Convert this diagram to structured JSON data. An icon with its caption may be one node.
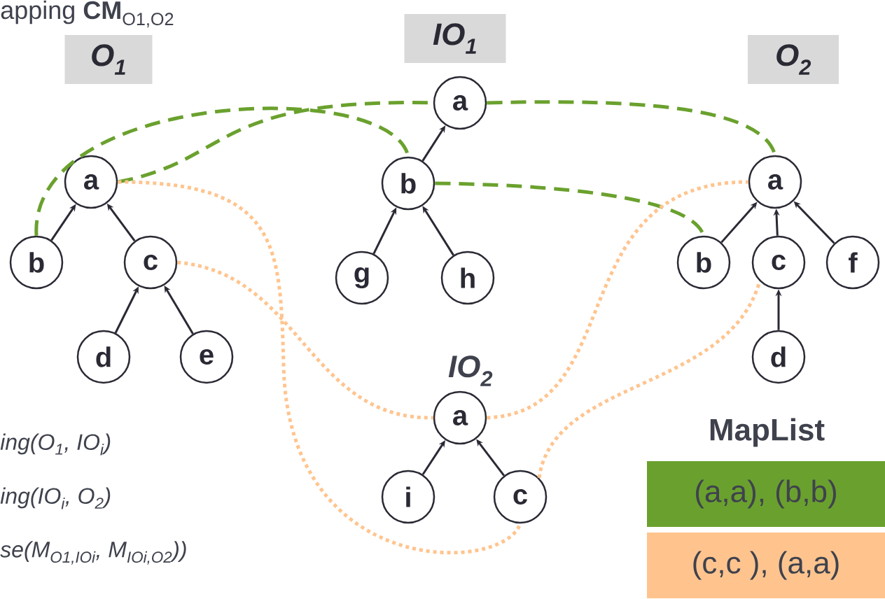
{
  "diagram": {
    "nodes": [
      {
        "text": [
          "O$_{1}$"
        ]
      },
      {
        "text": [
          "IO$_{1}$"
        ]
      },
      {
        "text": [
          "O$_{2}$"
        ]
      },
      {
        "text": [
          "a"
        ]
      },
      {
        "text": [
          "b"
        ]
      },
      {
        "text": [
          "c"
        ]
      },
      {
        "text": [
          "d"
        ]
      },
      {
        "text": [
          "e"
        ]
      },
      {
        "text": [
          "a"
        ]
      },
      {
        "text": [
          "b"
        ]
      },
      {
        "text": [
          "g"
        ]
      },
      {
        "text": [
          "h"
        ]
      },
      {
        "text": [
          "a"
        ]
      },
      {
        "text": [
          "b"
        ]
      },
      {
        "text": [
          "c"
        ]
      },
      {
        "text": [
          "f"
        ]
      },
      {
        "text": [
          "d"
        ]
      },
      {
        "text": [
          "a"
        ]
      },
      {
        "text": [
          "i"
        ]
      },
      {
        "text": [
          "c"
        ]
      }
    ],
    "edges": [
      {
        "from": 4,
        "to": 3,
        "arrow": "to"
      },
      {
        "from": 5,
        "to": 3,
        "arrow": "to"
      },
      {
        "from": 6,
        "to": 5,
        "arrow": "to"
      },
      {
        "from": 7,
        "to": 5,
        "arrow": "to"
      },
      {
        "from": 9,
        "to": 8,
        "arrow": "to"
      },
      {
        "from": 10,
        "to": 9,
        "arrow": "to"
      },
      {
        "from": 11,
        "to": 9,
        "arrow": "to"
      },
      {
        "from": 13,
        "to": 12,
        "arrow": "to"
      },
      {
        "from": 14,
        "to": 12,
        "arrow": "to"
      },
      {
        "from": 15,
        "to": 12,
        "arrow": "to"
      },
      {
        "from": 16,
        "to": 14,
        "arrow": "to"
      },
      {
        "from": 18,
        "to": 17,
        "arrow": "to"
      },
      {
        "from": 19,
        "to": 17,
        "arrow": "to"
      },
      {
        "from": 3,
        "to": 8,
        "arrow": "none",
        "style": "dashed",
        "color": "#6aa12e"
      },
      {
        "from": 4,
        "to": 9,
        "arrow": "none",
        "style": "dashed",
        "color": "#6aa12e"
      },
      {
        "from": 8,
        "to": 12,
        "arrow": "none",
        "style": "dashed",
        "color": "#6aa12e"
      },
      {
        "from": 9,
        "to": 13,
        "arrow": "none",
        "style": "dashed",
        "color": "#6aa12e"
      },
      {
        "from": 3,
        "to": 19,
        "arrow": "none",
        "style": "dashed",
        "color": "#ffc48e"
      },
      {
        "from": 5,
        "to": 17,
        "arrow": "none",
        "style": "dashed",
        "color": "#ffc48e"
      },
      {
        "from": 17,
        "to": 12,
        "arrow": "none",
        "style": "dashed",
        "color": "#ffc48e"
      },
      {
        "from": 19,
        "to": 14,
        "arrow": "none",
        "style": "dashed",
        "color": "#ffc48e"
      }
    ],
    "labels": [
      "apping **CM**$_{O1,O2}$",
      "IO$_{2}$",
      "ing(O$_{1}$, IO$_{i}$)",
      "ing(IO$_{i}$, O$_{2}$)",
      "se(M$_{O1,IOi}$, M$_{IOi,O2}$))",
      "MapList"
    ],
    "legend": [
      {
        "text": "(a,a), (b,b)",
        "color": "#6aa12e"
      },
      {
        "text": "(c,c ), (a,a)",
        "color": "#ffc48e"
      }
    ]
  }
}
